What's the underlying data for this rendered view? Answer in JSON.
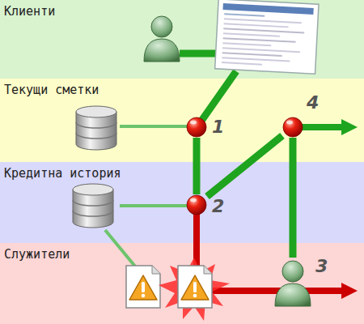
{
  "diagram": {
    "nodes": [
      {
        "text": [
          "Клиенти"
        ]
      },
      {
        "text": [
          "Текущи сметки"
        ]
      },
      {
        "text": [
          "Кредитна история"
        ]
      },
      {
        "text": [
          "Служители"
        ]
      },
      {
        "text": [
          "1"
        ],
        "in": 1
      },
      {
        "text": [
          "4"
        ],
        "in": 1
      },
      {
        "text": [
          "2"
        ],
        "in": 2
      },
      {
        "text": [
          "3"
        ],
        "in": 3
      }
    ],
    "edges": [
      {
        "from": 4,
        "to": 6,
        "arrow": "none"
      },
      {
        "from": 6,
        "to": 5,
        "arrow": "none"
      },
      {
        "from": 5,
        "to": 7,
        "arrow": "none"
      }
    ]
  }
}
